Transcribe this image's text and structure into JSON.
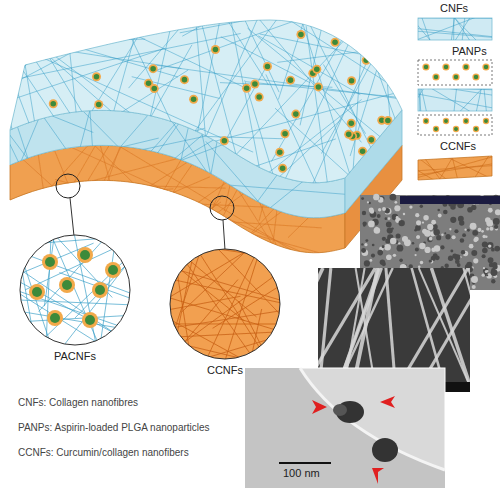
{
  "diagram": {
    "nodes": [
      {
        "text": [
          "PACNFs"
        ]
      },
      {
        "text": [
          "CCNFs"
        ]
      }
    ],
    "labels": [
      "CNFs",
      "PANPs",
      "CCNFs",
      "CNFs: Collagen nanofibres",
      "PANPs: Aspirin-loaded PLGA nanoparticles",
      "CCNFs: Curcumin/collagen nanofibers",
      "100 nm"
    ]
  }
}
